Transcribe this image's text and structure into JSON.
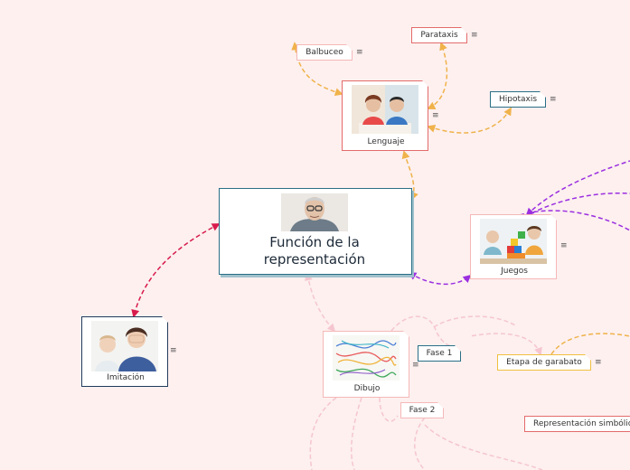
{
  "central": {
    "title": "Función de la representación",
    "icon": "elderly-man-portrait"
  },
  "nodes": {
    "lenguaje": {
      "label": "Lenguaje",
      "icon": "children-reading-photo"
    },
    "juegos": {
      "label": "Juegos",
      "icon": "children-blocks-photo"
    },
    "imitacion": {
      "label": "Imitación",
      "icon": "mother-baby-photo"
    },
    "dibujo": {
      "label": "Dibujo",
      "icon": "scribble-drawing"
    }
  },
  "tags": {
    "balbuceo": "Balbuceo",
    "parataxis": "Parataxis",
    "hipotaxis": "Hipotaxis",
    "fase1": "Fase 1",
    "fase2": "Fase 2",
    "etapa_garabato": "Etapa de garabato",
    "representacion_simbolica": "Representación simbólic"
  },
  "menu_glyph": "≡",
  "colors": {
    "background": "#fdf0ef",
    "orange_link": "#f0b24a",
    "purple_link": "#9b2fe0",
    "red_link": "#d81b4c",
    "pink_link": "#f5c6cf",
    "red_border": "#e46b6b",
    "teal_border": "#2a6f86",
    "navy_border": "#1f3b5c",
    "yellow_border": "#f0c040"
  }
}
